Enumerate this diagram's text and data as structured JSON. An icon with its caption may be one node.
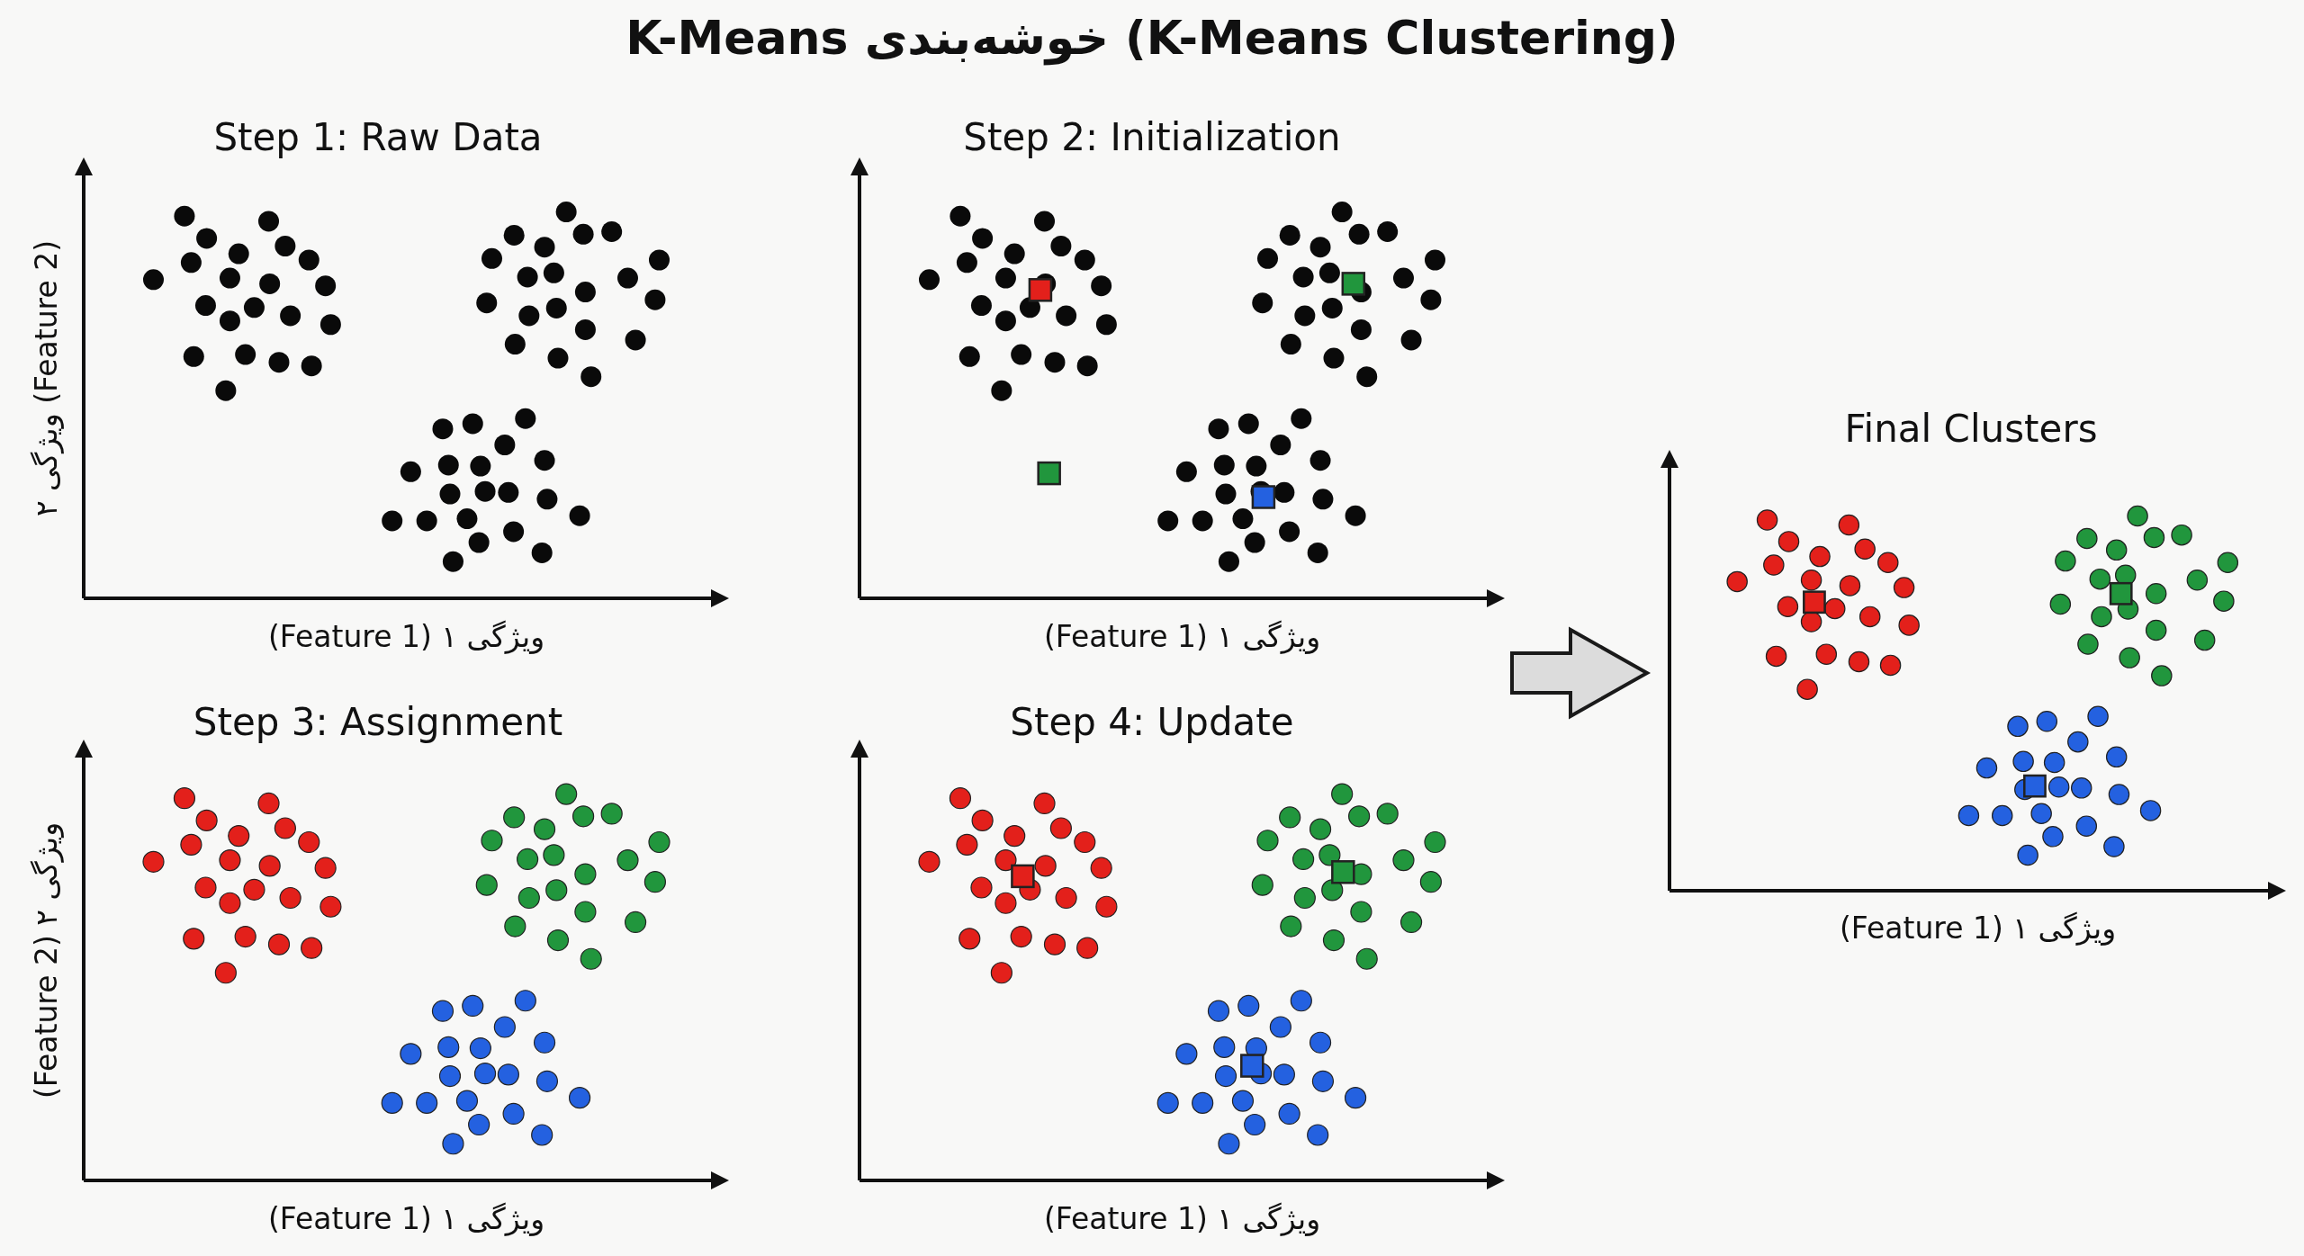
{
  "diagram": {
    "title": "K-Means خوشه‌بندی (K-Means Clustering)",
    "nodes": [
      {
        "text": [
          "Step 1: Raw Data",
          "ویژگی ۱ (Feature 1)",
          "ویژگی ۲ (Feature 2)"
        ]
      },
      {
        "text": [
          "Step 2: Initialization",
          "ویژگی ۱ (Feature 1)"
        ]
      },
      {
        "text": [
          "Step 3: Assignment",
          "ویژگی ۱ (Feature 1)",
          "ویژگی ۲ (Feature 2)"
        ]
      },
      {
        "text": [
          "Step 4: Update",
          "ویژگی ۱ (Feature 1)"
        ]
      },
      {
        "text": [
          "Final Clusters",
          "ویژگی ۱ (Feature 1)"
        ]
      }
    ],
    "edges": [
      {
        "from": null,
        "to": 4,
        "arrow": "to"
      }
    ]
  }
}
